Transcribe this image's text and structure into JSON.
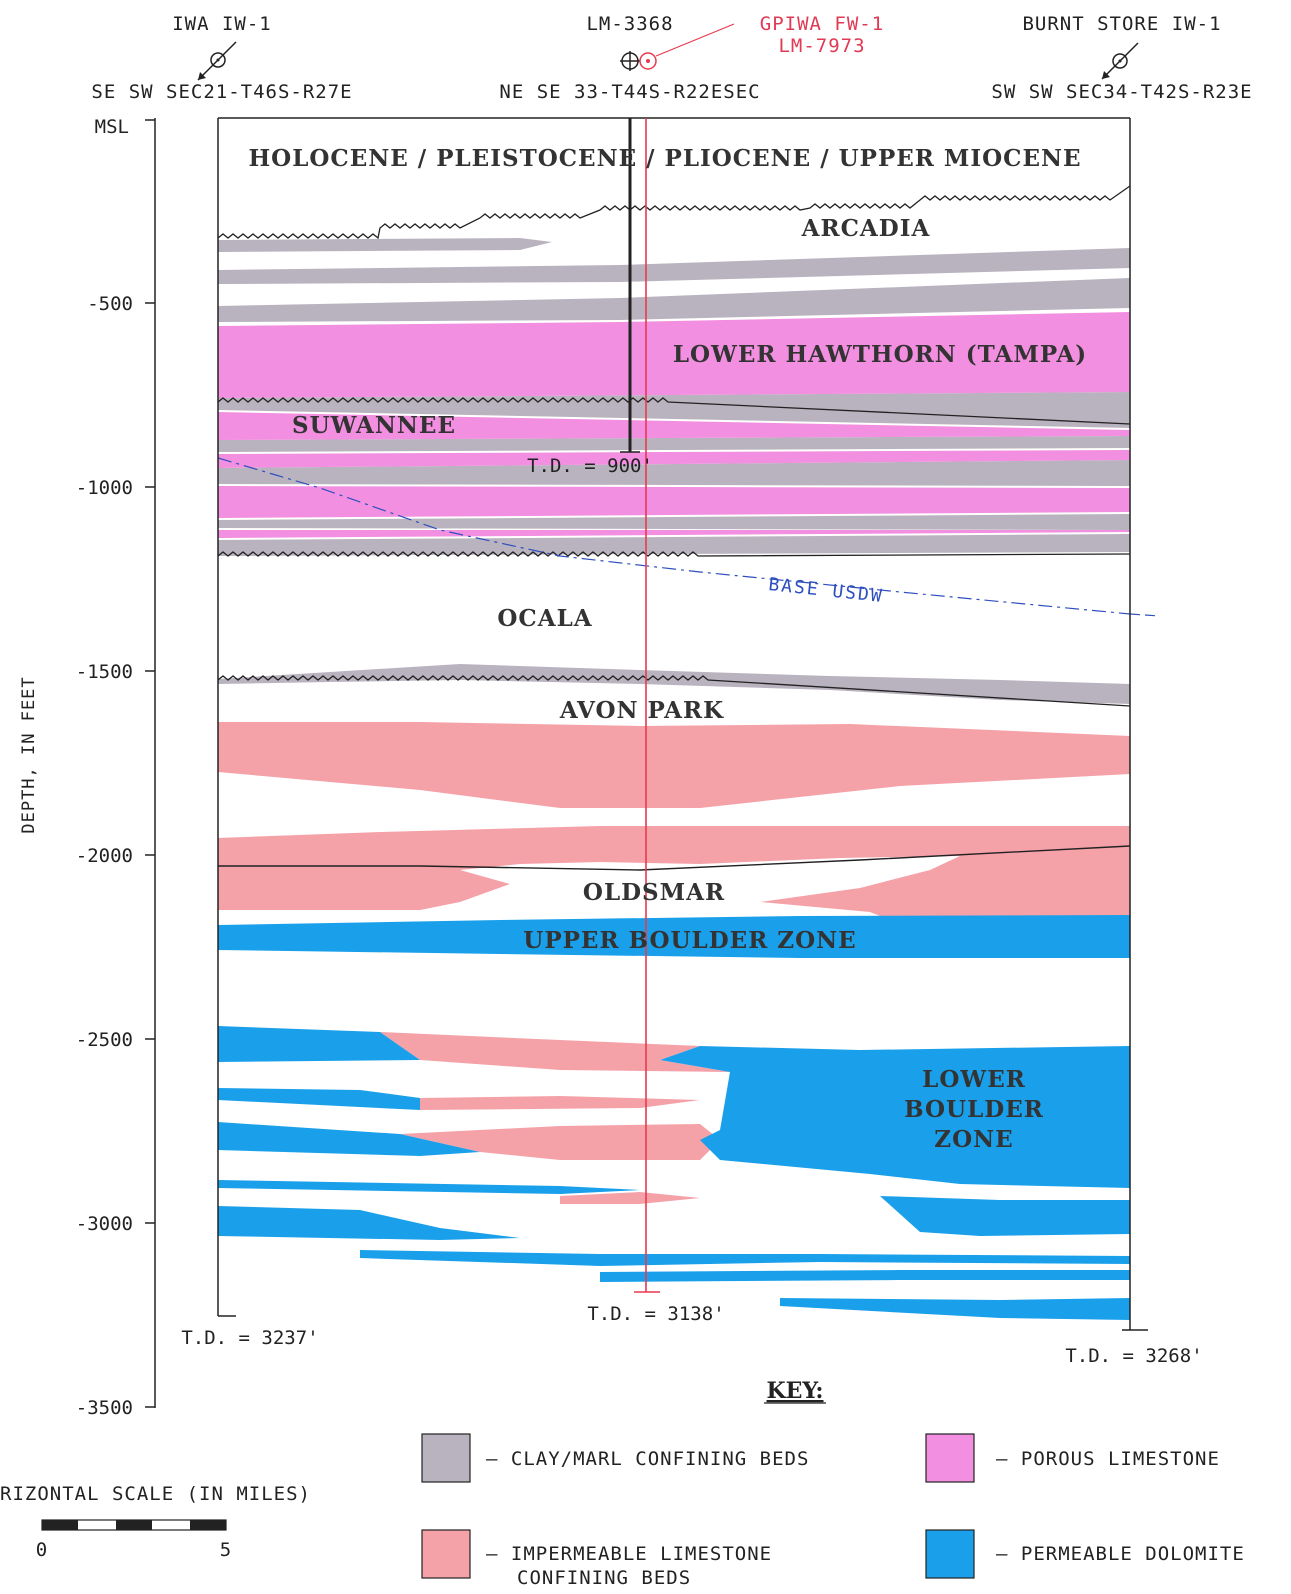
{
  "wells": {
    "iwa": {
      "name": "IWA IW-1",
      "location": "SE SW SEC21-T46S-R27E",
      "td": "T.D. = 3237'"
    },
    "lm3368": {
      "name": "LM-3368",
      "location": "NE SE 33-T44S-R22ESEC",
      "td": "T.D. = 900'"
    },
    "gpiwa": {
      "name": "GPIWA FW-1",
      "alt_name": "LM-7973",
      "td": "T.D. = 3138'"
    },
    "burnt": {
      "name": "BURNT STORE IW-1",
      "location": "SW SW SEC34-T42S-R23E",
      "td": "T.D. = 3268'"
    }
  },
  "axis": {
    "title": "DEPTH, IN FEET",
    "ticks": [
      "MSL",
      "-500",
      "-1000",
      "-1500",
      "-2000",
      "-2500",
      "-3000",
      "-3500"
    ]
  },
  "units": {
    "top": "HOLOCENE / PLEISTOCENE / PLIOCENE / UPPER MIOCENE",
    "arcadia": "ARCADIA",
    "lower_hawthorn": "LOWER HAWTHORN (TAMPA)",
    "suwannee": "SUWANNEE",
    "ocala": "OCALA",
    "avon_park": "AVON PARK",
    "oldsmar": "OLDSMAR",
    "upper_boulder": "UPPER BOULDER ZONE",
    "lower_boulder_1": "LOWER",
    "lower_boulder_2": "BOULDER",
    "lower_boulder_3": "ZONE",
    "base_usdw": "BASE USDW"
  },
  "key": {
    "title": "KEY:",
    "clay": "– CLAY/MARL CONFINING BEDS",
    "porous": "– POROUS LIMESTONE",
    "impermeable_1": "– IMPERMEABLE LIMESTONE",
    "impermeable_2": "CONFINING BEDS",
    "dolomite": "– PERMEABLE DOLOMITE"
  },
  "scale": {
    "title": "RIZONTAL SCALE (IN MILES)",
    "min": "0",
    "max": "5"
  },
  "colors": {
    "clay": "#b9b3bf",
    "porous": "#f28fe0",
    "impermeable": "#f5a1a8",
    "dolomite": "#1aa0ea",
    "red_line": "#e8394f",
    "usdw": "#2f4fbf"
  }
}
